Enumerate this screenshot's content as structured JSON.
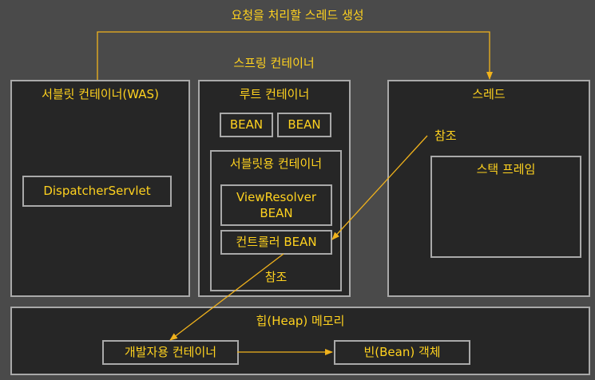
{
  "colors": {
    "background": "#4a4a4a",
    "panel": "#262626",
    "border": "#a9a9a9",
    "text": "#ffd21f",
    "arrow": "#f0b21c"
  },
  "top_label": "요청을 처리할 스레드 생성",
  "spring_label": "스프링 컨테이너",
  "servlet_container": {
    "title": "서블릿 컨테이너(WAS)",
    "dispatcher": "DispatcherServlet"
  },
  "root_container": {
    "title": "루트 컨테이너",
    "bean1": "BEAN",
    "bean2": "BEAN",
    "servlet_sub": {
      "title": "서블릿용 컨테이너",
      "view_resolver_line1": "ViewResolver",
      "view_resolver_line2": "BEAN",
      "controller": "컨트롤러 BEAN",
      "ref_label": "참조"
    }
  },
  "thread": {
    "title": "스레드",
    "ref_label": "참조",
    "stack_frame": "스택 프레임"
  },
  "heap": {
    "title": "힙(Heap) 메모리",
    "dev_container": "개발자용 컨테이너",
    "bean_object": "빈(Bean) 객체"
  }
}
